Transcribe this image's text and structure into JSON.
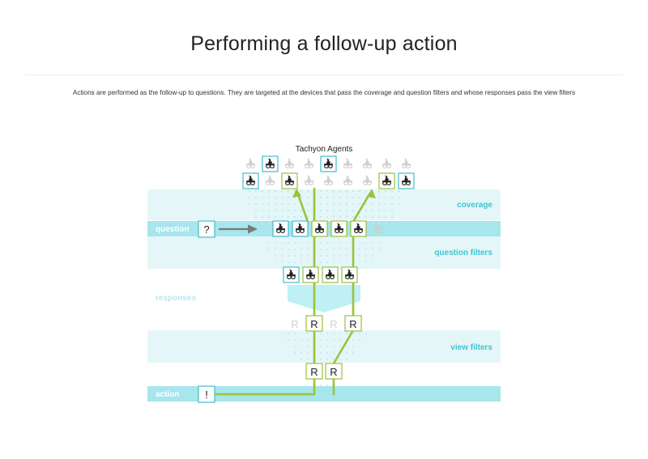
{
  "header": {
    "title": "Performing a follow-up action",
    "description": "Actions are performed as the follow-up to questions. They are targeted at the devices that pass the coverage and question filters and whose responses pass the view filters"
  },
  "diagram": {
    "agents_label": "Tachyon Agents",
    "bands": {
      "coverage": "coverage",
      "question": "question",
      "question_filters": "question filters",
      "responses": "responses",
      "view_filters": "view filters",
      "action": "action"
    },
    "question_symbol": "?",
    "action_symbol": "!",
    "response_symbol": "R",
    "colors": {
      "band_light": "#e4f6f8",
      "band_strong": "#a6e6ec",
      "band_text": "#3cc6d2",
      "green": "#9ac23c",
      "teal": "#3fbfcd",
      "arrow_gray": "#7a7a7a",
      "faint": "#cfcfcf"
    },
    "icons": [
      "device-agent-icon",
      "question-mark-icon",
      "exclamation-icon",
      "arrow-right-icon",
      "arrow-up-icon"
    ]
  }
}
